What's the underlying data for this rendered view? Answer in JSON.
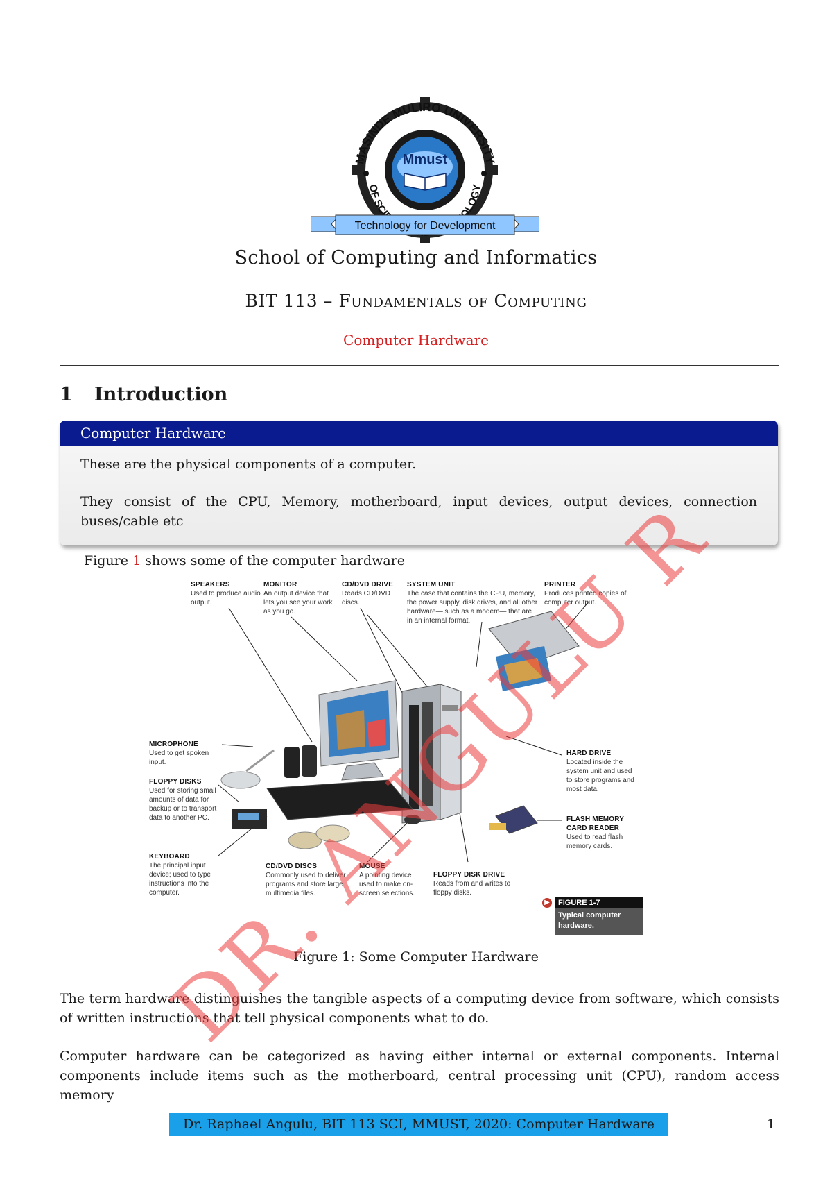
{
  "logo": {
    "ring_text_top": "MASINDE MULIRO UNIVERSITY",
    "ring_text_bottom": "OF SCIENCE AND TECHNOLOGY",
    "center_text": "Mmust",
    "banner_text": "Technology for Development"
  },
  "header": {
    "school": "School of Computing and Informatics",
    "course_code": "BIT 113 – ",
    "course_name": "Fundamentals of Computing",
    "topic": "Computer Hardware"
  },
  "section": {
    "number": "1",
    "title": "Introduction"
  },
  "definition_box": {
    "title": "Computer Hardware",
    "line1": "These are the physical components of a computer.",
    "line2": "They consist of the CPU, Memory, motherboard, input devices, output devices, connection buses/cable etc"
  },
  "figure_ref": {
    "before": "Figure ",
    "number": "1",
    "after": " shows some of the computer hardware"
  },
  "figure": {
    "callouts": {
      "speakers_title": "SPEAKERS",
      "speakers_text": "Used to produce audio output.",
      "monitor_title": "MONITOR",
      "monitor_text": "An output device that lets you see your work as you go.",
      "cddvd_drive_title": "CD/DVD DRIVE",
      "cddvd_drive_text": "Reads CD/DVD discs.",
      "system_unit_title": "SYSTEM UNIT",
      "system_unit_text": "The case that contains the CPU, memory, the power supply, disk drives, and all other hardware— such as a modem— that are in an internal format.",
      "printer_title": "PRINTER",
      "printer_text": "Produces printed copies of computer output.",
      "microphone_title": "MICROPHONE",
      "microphone_text": "Used to get spoken input.",
      "floppy_disks_title": "FLOPPY DISKS",
      "floppy_disks_text": "Used for storing small amounts of data for backup or to transport data to another PC.",
      "keyboard_title": "KEYBOARD",
      "keyboard_text": "The principal input device; used to type instructions into the computer.",
      "cddvd_discs_title": "CD/DVD DISCS",
      "cddvd_discs_text": "Commonly used to deliver programs and store large multimedia files.",
      "mouse_title": "MOUSE",
      "mouse_text": "A pointing device used to make on-screen selections.",
      "floppy_drive_title": "FLOPPY DISK DRIVE",
      "floppy_drive_text": "Reads from and writes to floppy disks.",
      "hard_drive_title": "HARD DRIVE",
      "hard_drive_text": "Located inside the system unit and used to store programs and most data.",
      "flash_title": "FLASH MEMORY CARD READER",
      "flash_text": "Used to read flash memory cards."
    },
    "badge_title": "FIGURE 1-7",
    "badge_text": "Typical computer hardware.",
    "caption": "Figure 1: Some Computer Hardware"
  },
  "paragraphs": {
    "p1": "The term hardware distinguishes the tangible aspects of a computing device from software, which consists of written instructions that tell physical components what to do.",
    "p2": "Computer hardware can be categorized as having either internal or external components. Internal components include items such as the motherboard, central processing unit (CPU), random access memory"
  },
  "footer": {
    "text": "Dr. Raphael Angulu, BIT 113 SCI, MMUST, 2020: Computer Hardware",
    "page": "1"
  },
  "watermark": "DR. ANGULU R",
  "colors": {
    "accent_red": "#d42020",
    "box_header": "#0a1a8f",
    "footer_band": "#1aa0e8"
  }
}
